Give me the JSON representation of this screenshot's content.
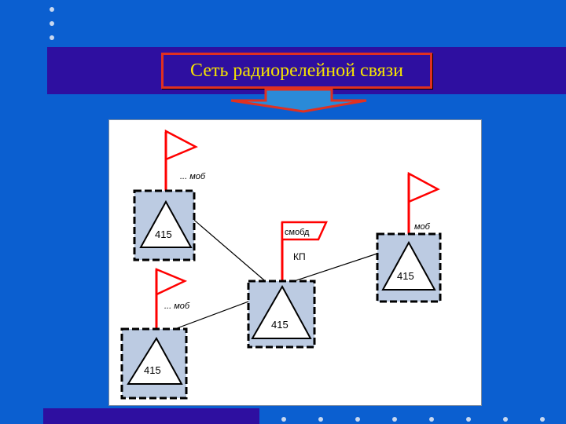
{
  "title": "Сеть радиорелейной связи",
  "stations": [
    {
      "id": "nw",
      "unit": "415",
      "label": "... моб"
    },
    {
      "id": "sw",
      "unit": "415",
      "label": "... моб"
    },
    {
      "id": "center",
      "unit": "415",
      "flag_label": "смобд",
      "label": "КП"
    },
    {
      "id": "east",
      "unit": "415",
      "label": "моб"
    }
  ],
  "colors": {
    "background": "#0b5fd0",
    "band": "#2e0fa0",
    "title_text": "#f6e400",
    "title_border": "#e03020",
    "flag": "#ff0000",
    "station_fill": "#bccbe2"
  }
}
